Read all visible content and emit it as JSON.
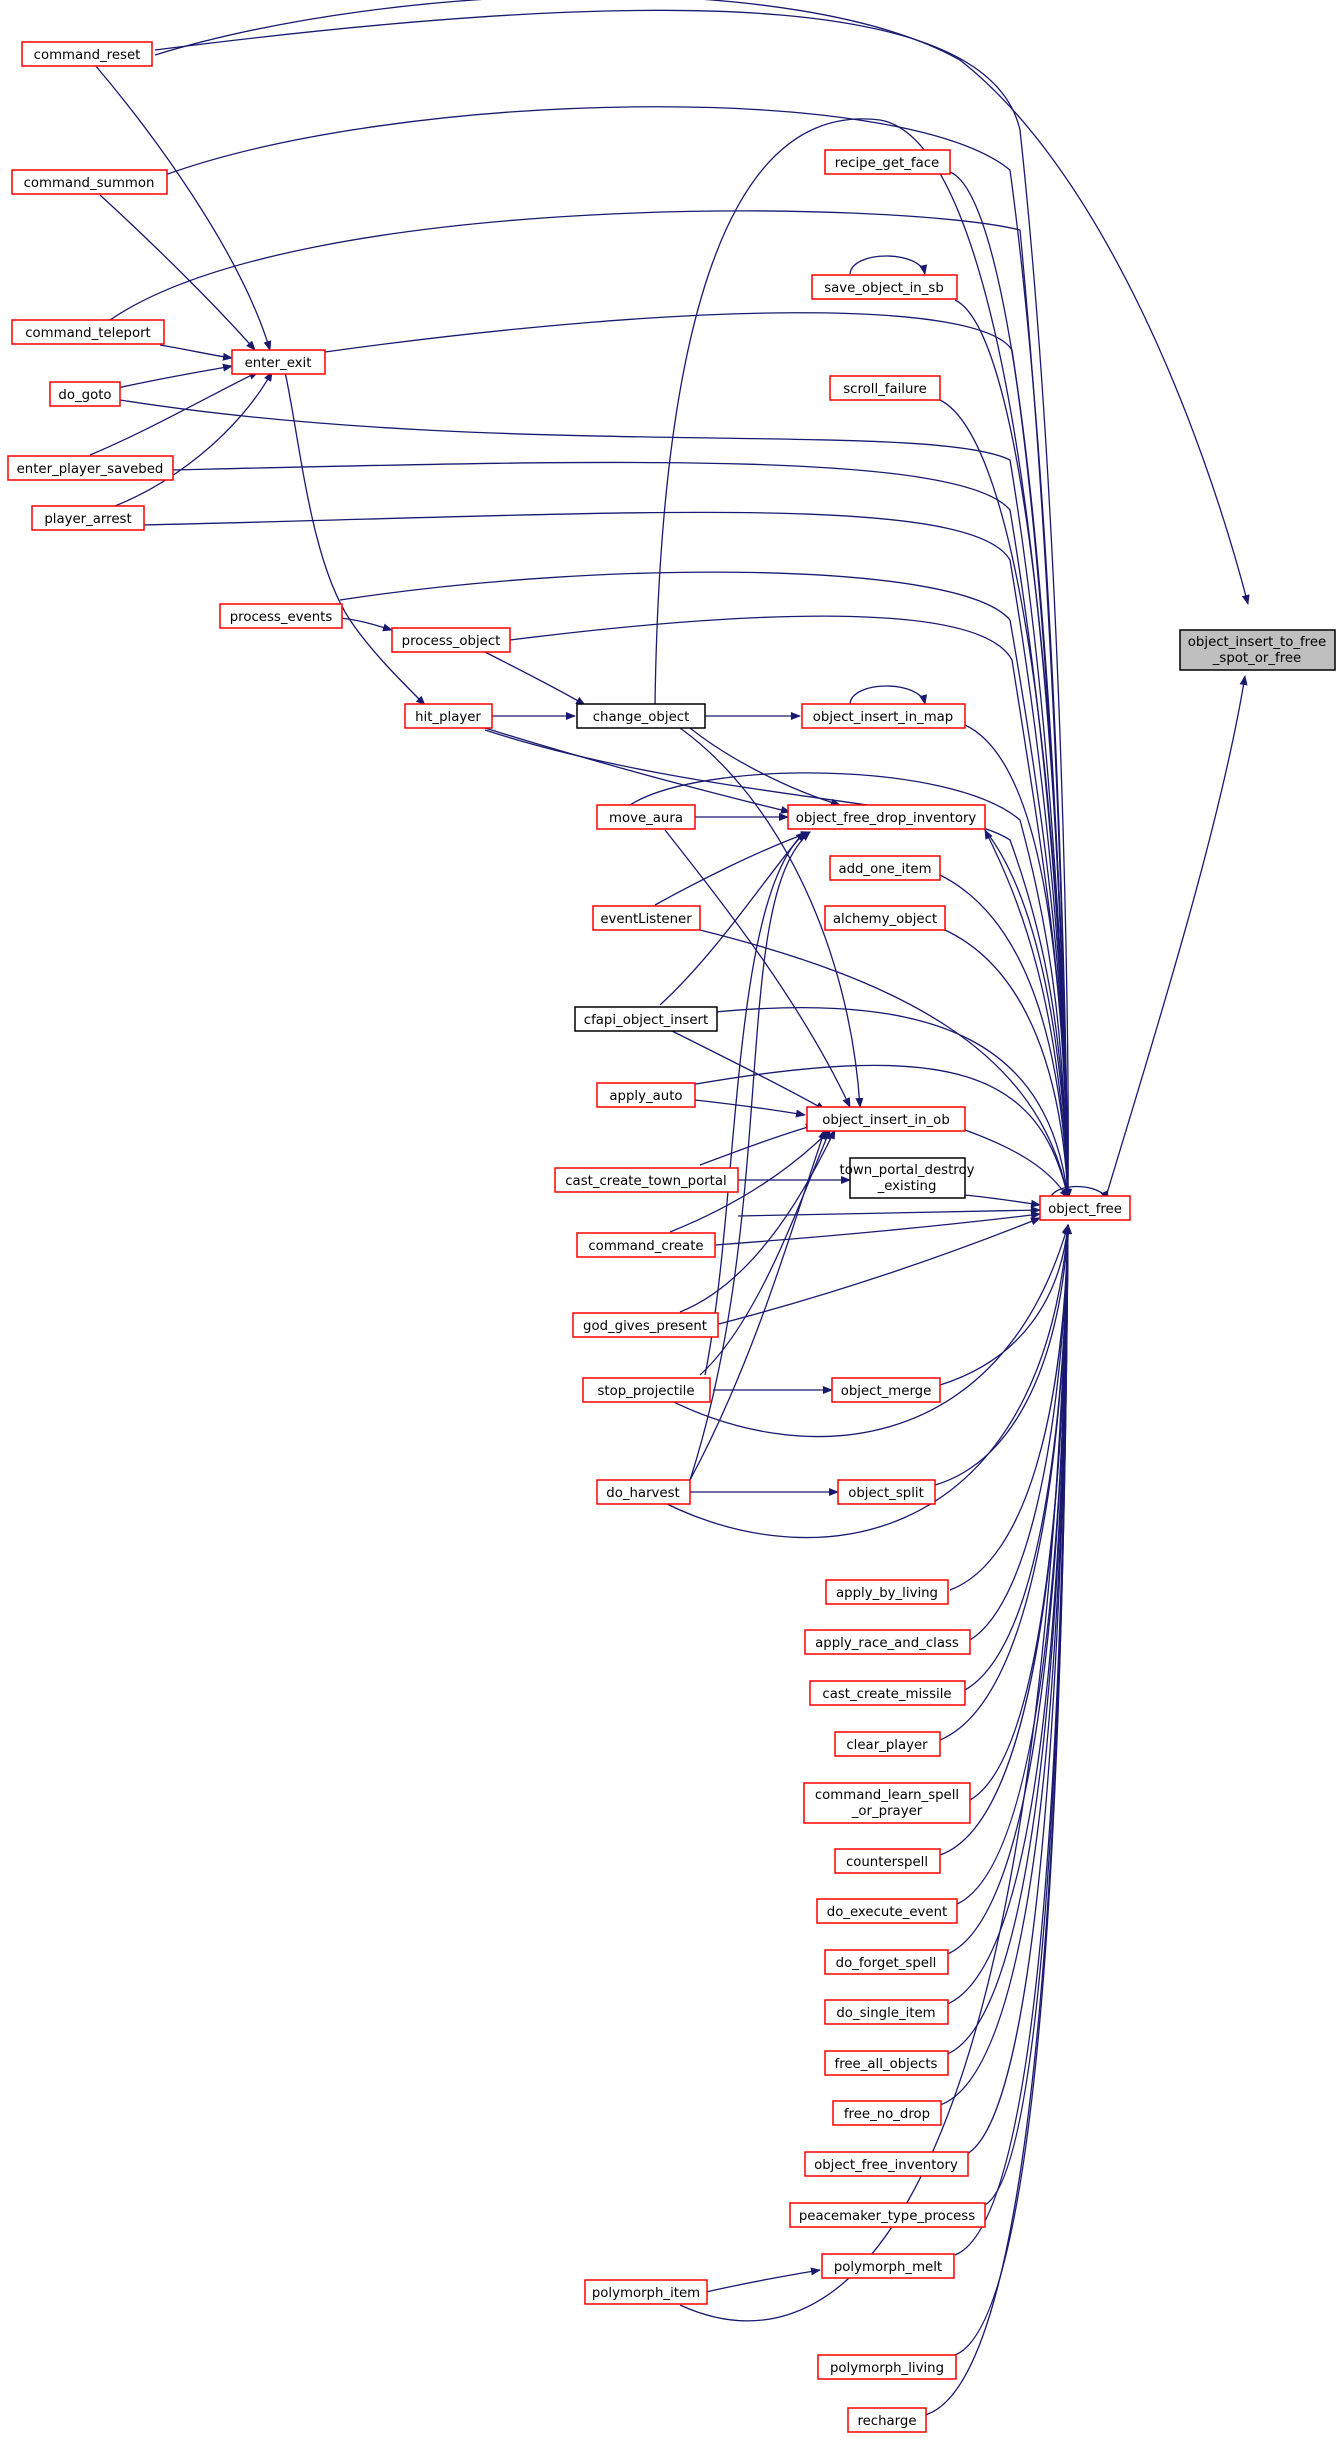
{
  "colors": {
    "edge": "#191970",
    "node_border_red": "#ff0000",
    "node_border_black": "#000000",
    "root_fill": "#bfbfbf"
  },
  "nodes": {
    "root": "object_insert_to_free_spot_or_free",
    "command_reset": "command_reset",
    "command_summon": "command_summon",
    "command_teleport": "command_teleport",
    "do_goto": "do_goto",
    "enter_player_savebed": "enter_player_savebed",
    "player_arrest": "player_arrest",
    "enter_exit": "enter_exit",
    "process_events": "process_events",
    "process_object": "process_object",
    "hit_player": "hit_player",
    "change_object": "change_object",
    "recipe_get_face": "recipe_get_face",
    "save_object_in_sb": "save_object_in_sb",
    "scroll_failure": "scroll_failure",
    "object_insert_in_map": "object_insert_in_map",
    "move_aura": "move_aura",
    "object_free_drop_inventory": "object_free_drop_inventory",
    "add_one_item": "add_one_item",
    "eventListener": "eventListener",
    "alchemy_object": "alchemy_object",
    "cfapi_object_insert": "cfapi_object_insert",
    "apply_auto": "apply_auto",
    "object_insert_in_ob": "object_insert_in_ob",
    "cast_create_town_portal": "cast_create_town_portal",
    "town_portal_destroy_existing": "town_portal_destroy_existing",
    "object_free": "object_free",
    "command_create": "command_create",
    "god_gives_present": "god_gives_present",
    "stop_projectile": "stop_projectile",
    "object_merge": "object_merge",
    "do_harvest": "do_harvest",
    "object_split": "object_split",
    "apply_by_living": "apply_by_living",
    "apply_race_and_class": "apply_race_and_class",
    "cast_create_missile": "cast_create_missile",
    "clear_player": "clear_player",
    "command_learn_spell_or_prayer": "command_learn_spell_or_prayer",
    "counterspell": "counterspell",
    "do_execute_event": "do_execute_event",
    "do_forget_spell": "do_forget_spell",
    "do_single_item": "do_single_item",
    "free_all_objects": "free_all_objects",
    "free_no_drop": "free_no_drop",
    "object_free_inventory": "object_free_inventory",
    "peacemaker_type_process": "peacemaker_type_process",
    "polymorph_item": "polymorph_item",
    "polymorph_melt": "polymorph_melt",
    "polymorph_living": "polymorph_living",
    "recharge": "recharge"
  }
}
